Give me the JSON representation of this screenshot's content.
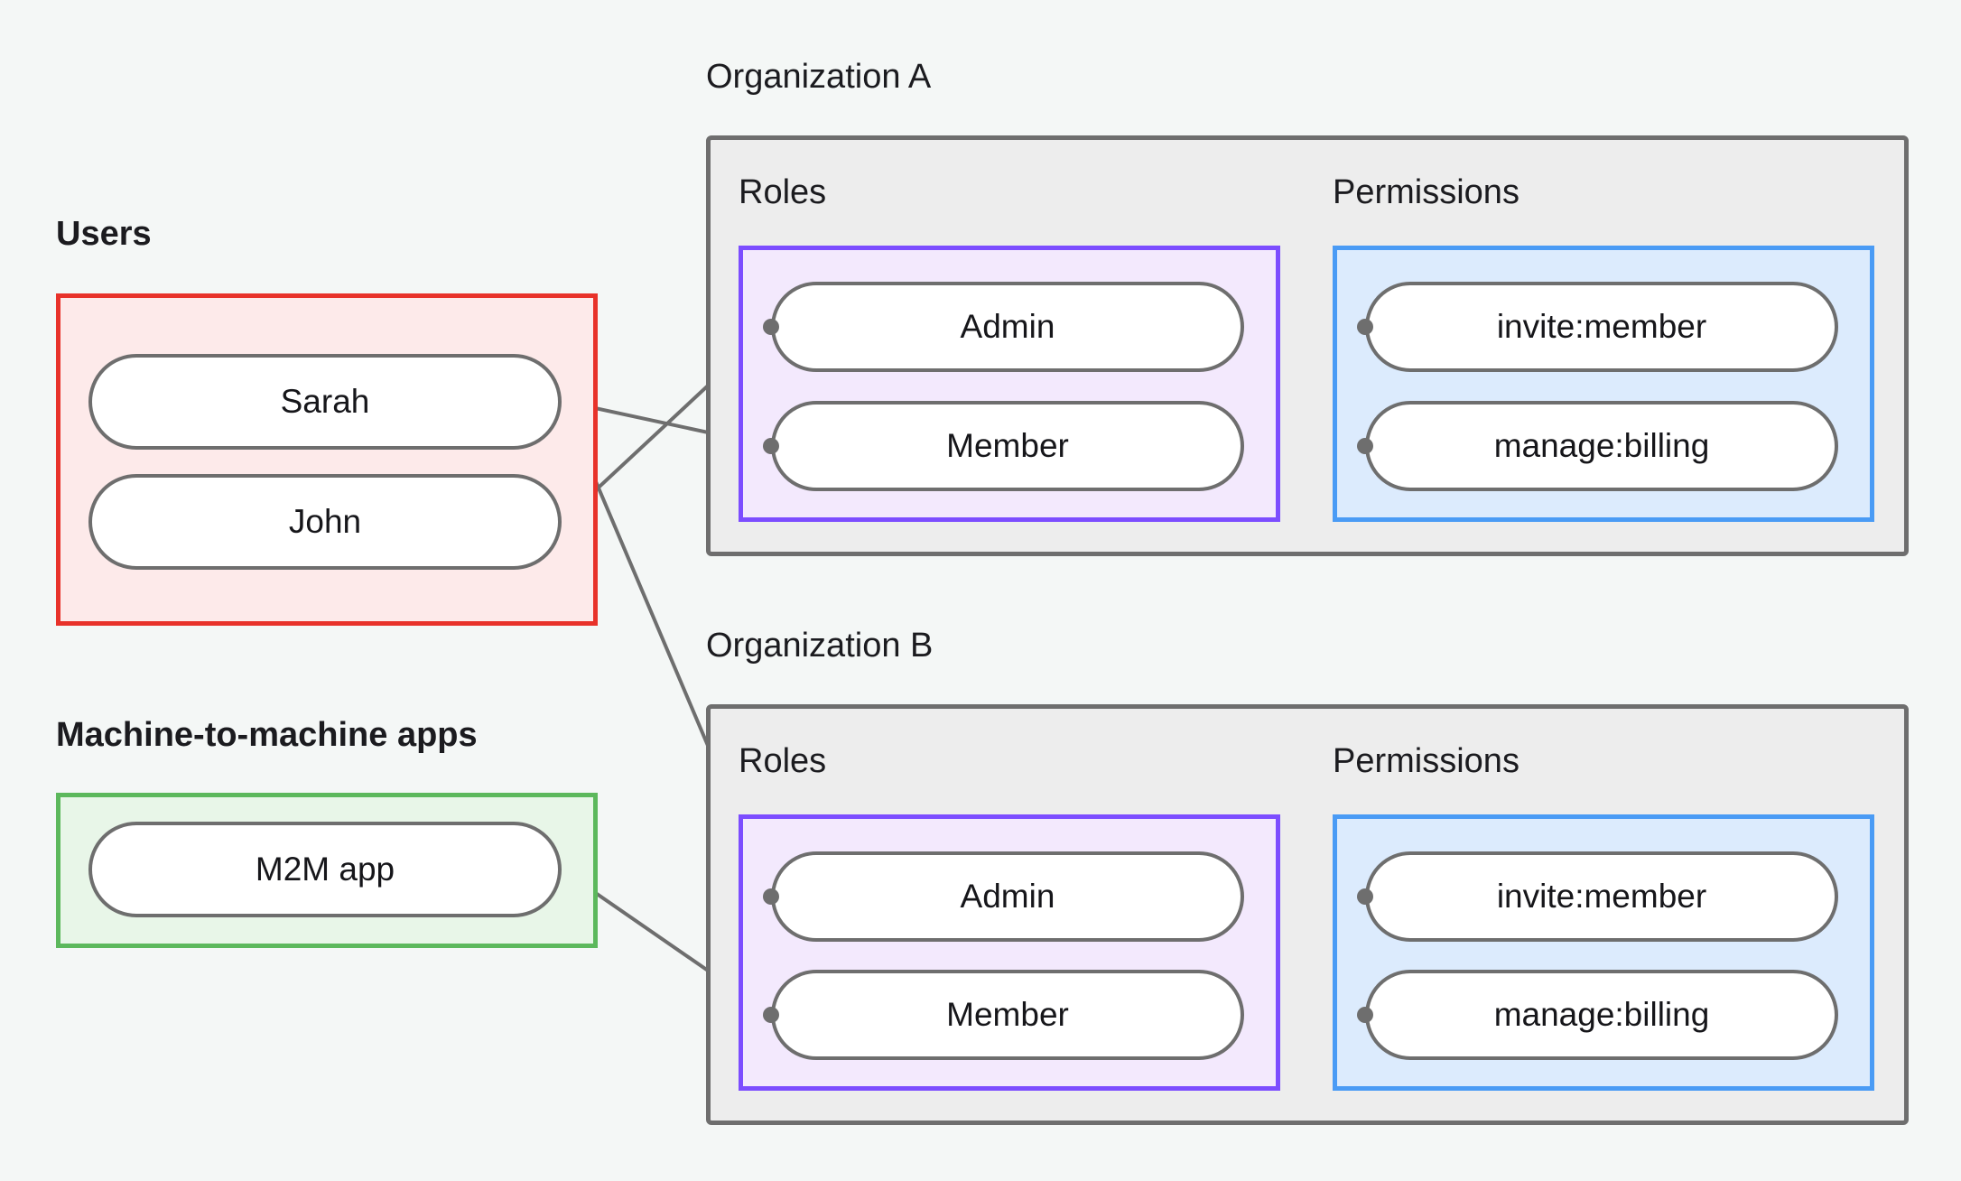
{
  "diagram": {
    "title_users": "Users",
    "title_m2m": "Machine-to-machine apps",
    "title_org_a": "Organization A",
    "title_org_b": "Organization B",
    "label_roles": "Roles",
    "label_permissions": "Permissions",
    "background_color": "#f4f7f6"
  },
  "users": {
    "group_label": "Users",
    "border_color": "#e8322a",
    "fill_color": "#fdeaea",
    "nodes": [
      {
        "label": "Sarah"
      },
      {
        "label": "John"
      }
    ]
  },
  "m2m": {
    "group_label": "Machine-to-machine apps",
    "border_color": "#5cb85c",
    "fill_color": "#e8f6e8",
    "nodes": [
      {
        "label": "M2M app"
      }
    ]
  },
  "organizations": [
    {
      "name": "Organization A",
      "roles_label": "Roles",
      "roles_border_color": "#7c4dff",
      "roles_fill_color": "#f3e9fd",
      "roles": [
        {
          "label": "Admin"
        },
        {
          "label": "Member"
        }
      ],
      "permissions_label": "Permissions",
      "permissions_border_color": "#4a9bf5",
      "permissions_fill_color": "#dcebfd",
      "permissions": [
        {
          "label": "invite:member"
        },
        {
          "label": "manage:billing"
        }
      ]
    },
    {
      "name": "Organization B",
      "roles_label": "Roles",
      "roles_border_color": "#7c4dff",
      "roles_fill_color": "#f3e9fd",
      "roles": [
        {
          "label": "Admin"
        },
        {
          "label": "Member"
        }
      ],
      "permissions_label": "Permissions",
      "permissions_border_color": "#4a9bf5",
      "permissions_fill_color": "#dcebfd",
      "permissions": [
        {
          "label": "invite:member"
        },
        {
          "label": "manage:billing"
        }
      ]
    }
  ],
  "connections": [
    {
      "from": "Sarah",
      "to": "Organization A / Member"
    },
    {
      "from": "Sarah",
      "to": "Organization B / Admin"
    },
    {
      "from": "John",
      "to": "Organization A / Admin"
    },
    {
      "from": "Organization A / Admin",
      "to": "Organization A / invite:member"
    },
    {
      "from": "Organization A / Admin",
      "to": "Organization A / manage:billing"
    },
    {
      "from": "Organization A / Member",
      "to": "Organization A / manage:billing"
    },
    {
      "from": "M2M app",
      "to": "Organization B / Member"
    },
    {
      "from": "Organization B / Admin",
      "to": "Organization B / invite:member"
    },
    {
      "from": "Organization B / Admin",
      "to": "Organization B / manage:billing"
    },
    {
      "from": "Organization B / Member",
      "to": "Organization B / manage:billing"
    }
  ]
}
